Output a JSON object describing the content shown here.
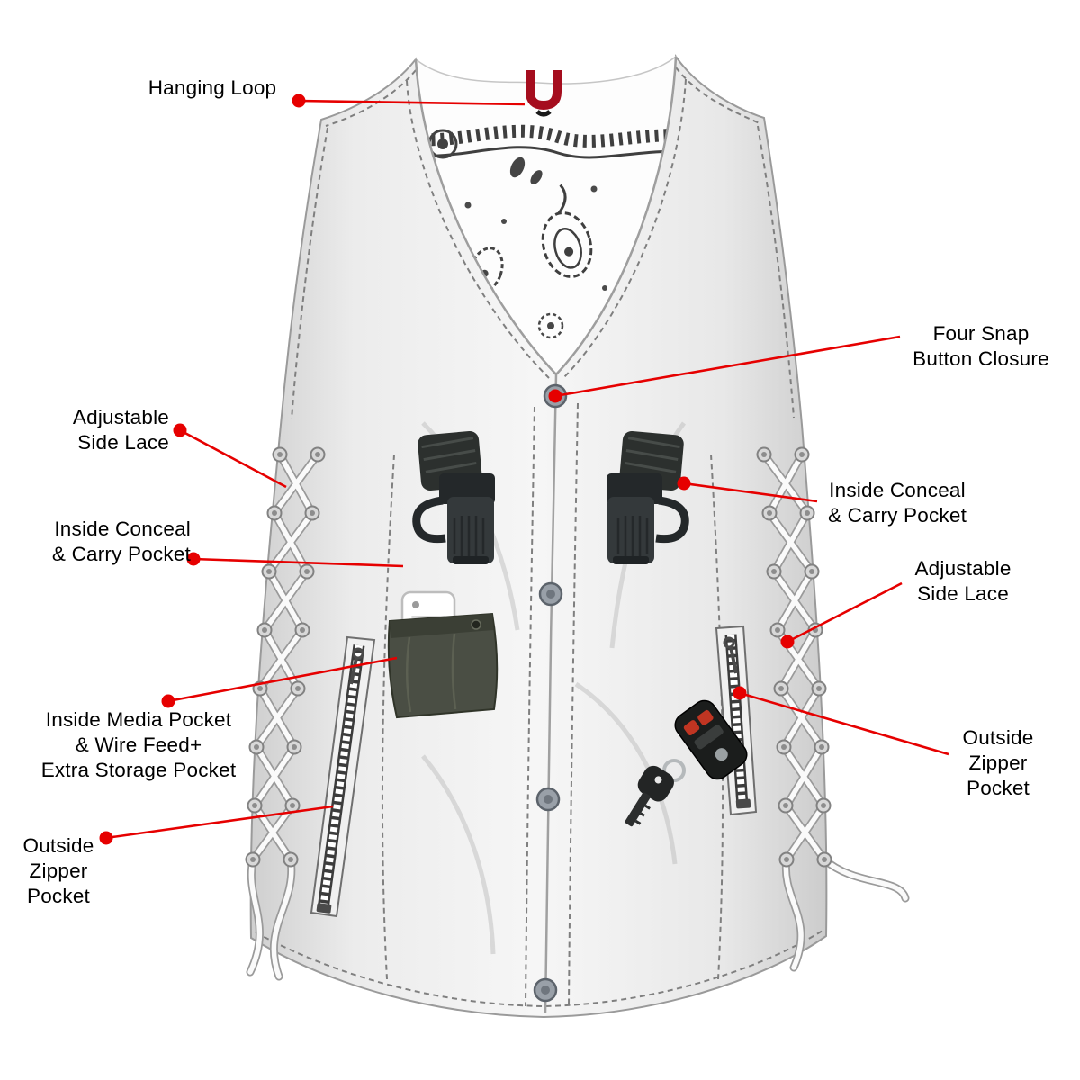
{
  "colors": {
    "callout_red": "#e60000",
    "text": "#000000",
    "background": "#ffffff",
    "hanging_loop_red": "#a50d1e",
    "leather_light_gray": "#ededed"
  },
  "labels": {
    "hanging_loop": [
      "Hanging Loop"
    ],
    "four_snap_button_closure": [
      "Four Snap",
      "Button Closure"
    ],
    "adjustable_side_lace_left": [
      "Adjustable",
      "Side Lace"
    ],
    "inside_conceal_carry_pocket_left": [
      "Inside Conceal",
      "& Carry Pocket"
    ],
    "inside_conceal_carry_pocket_right": [
      "Inside Conceal",
      "& Carry Pocket"
    ],
    "inside_media_pocket": [
      "Inside Media Pocket",
      "& Wire Feed+",
      "Extra Storage Pocket"
    ],
    "adjustable_side_lace_right": [
      "Adjustable",
      "Side Lace"
    ],
    "outside_zipper_pocket_right": [
      "Outside",
      "Zipper",
      "Pocket"
    ],
    "outside_zipper_pocket_left": [
      "Outside",
      "Zipper",
      "Pocket"
    ]
  }
}
